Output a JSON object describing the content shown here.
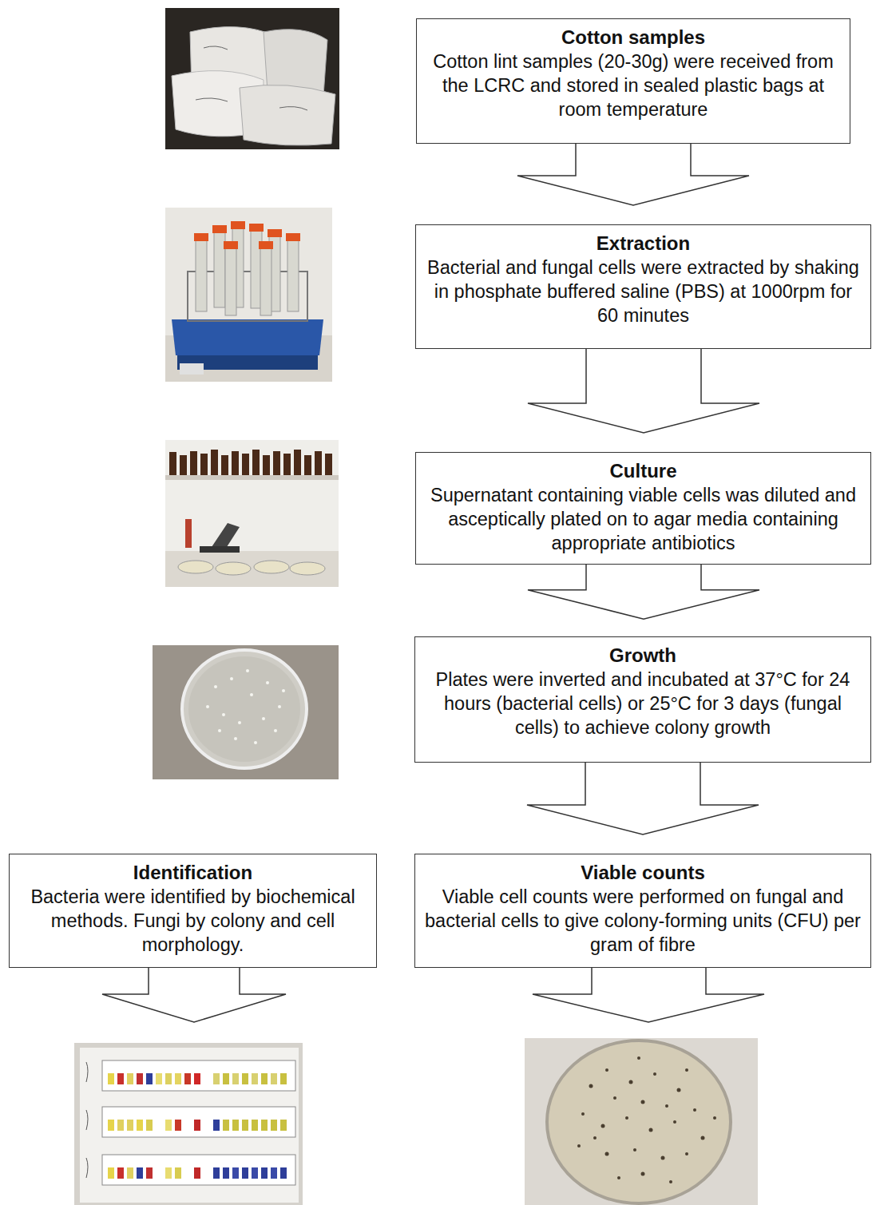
{
  "diagram": {
    "nodes": [
      {
        "text": [
          "Cotton samples",
          "Cotton lint samples (20-30g) were received from the LCRC and stored in sealed plastic bags at room temperature"
        ]
      },
      {
        "text": [
          "Extraction",
          "Bacterial and fungal cells were extracted by shaking in phosphate buffered saline (PBS) at 1000rpm for 60 minutes"
        ]
      },
      {
        "text": [
          "Culture",
          "Supernatant containing viable cells was diluted and asceptically plated on to agar media containing appropriate antibiotics"
        ]
      },
      {
        "text": [
          "Growth",
          "Plates were inverted and incubated at 37°C for 24 hours (bacterial cells) or 25°C for 3 days (fungal cells) to achieve colony growth"
        ]
      },
      {
        "text": [
          "Identification",
          "Bacteria were identified by biochemical methods. Fungi by colony and cell morphology."
        ]
      },
      {
        "text": [
          "Viable counts",
          "Viable cell counts were performed on fungal and bacterial cells to give colony-forming units (CFU) per gram of fibre"
        ]
      }
    ],
    "edges": [
      {
        "from": 0,
        "to": 1,
        "arrow": "to"
      },
      {
        "from": 1,
        "to": 2,
        "arrow": "to"
      },
      {
        "from": 2,
        "to": 3,
        "arrow": "to"
      },
      {
        "from": 3,
        "to": 5,
        "arrow": "to"
      }
    ]
  }
}
